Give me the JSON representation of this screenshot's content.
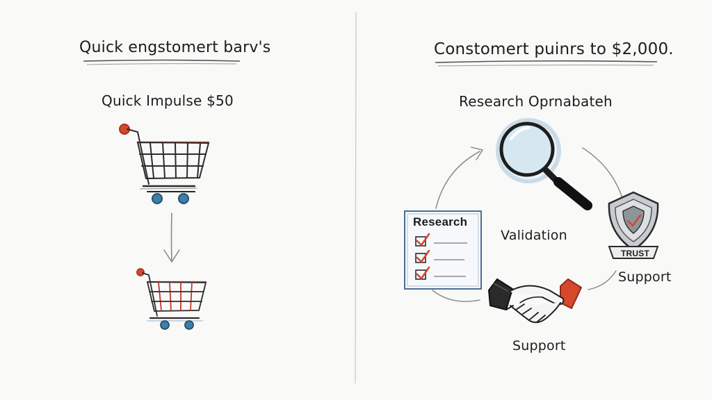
{
  "left_panel": {
    "title": "Quick engstomert barv's",
    "subtitle": "Quick Impulse $50"
  },
  "right_panel": {
    "title": "Constomert puinrs to $2,000.",
    "subtitle": "Research Oprnabateh",
    "checklist_title": "Research",
    "center_label": "Validation",
    "shield_banner": "TRUST",
    "support_label_right": "Support",
    "support_label_bottom": "Support"
  },
  "icons": {
    "cart_large": "shopping-cart-icon",
    "cart_small": "shopping-cart-icon",
    "magnifier": "magnifying-glass-icon",
    "shield": "shield-icon",
    "handshake": "handshake-icon",
    "checklist": "checklist-icon"
  },
  "colors": {
    "accent_red": "#d4492c",
    "wheel_blue": "#3d7fa8",
    "ink": "#1c1c1c",
    "glass_blue": "#cfe1ee"
  }
}
